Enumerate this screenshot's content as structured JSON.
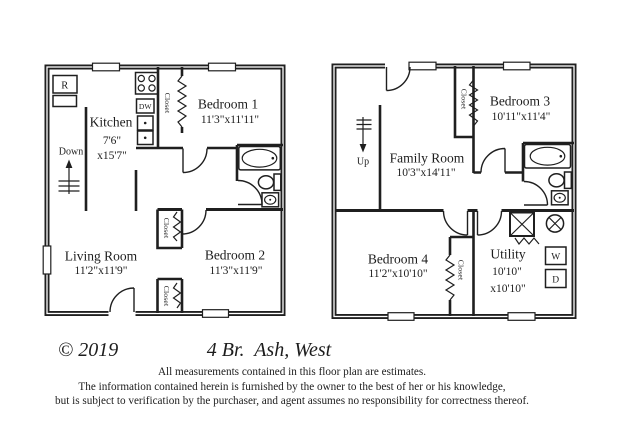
{
  "colors": {
    "ink": "#1f1f1f",
    "bg": "#ffffff"
  },
  "plans": {
    "first_floor": {
      "refrigerator": "R",
      "dishwasher": "DW",
      "down": "Down",
      "closet": "Closet",
      "kitchen_name": "Kitchen",
      "kitchen_dim1": "7'6\"",
      "kitchen_dim2": "x15'7\"",
      "bedroom1_name": "Bedroom 1",
      "bedroom1_dims": "11'3\"x11'11\"",
      "living_name": "Living Room",
      "living_dims": "11'2\"x11'9\"",
      "bedroom2_name": "Bedroom 2",
      "bedroom2_dims": "11'3\"x11'9\""
    },
    "second_floor": {
      "up": "Up",
      "closet": "Closet",
      "washer": "W",
      "dryer": "D",
      "family_name": "Family Room",
      "family_dims": "10'3\"x14'11\"",
      "bedroom3_name": "Bedroom 3",
      "bedroom3_dims": "10'11\"x11'4\"",
      "bedroom4_name": "Bedroom 4",
      "bedroom4_dims": "11'2\"x10'10\"",
      "utility_name": "Utility",
      "utility_dim1": "10'10\"",
      "utility_dim2": "x10'10\""
    }
  },
  "footer": {
    "copyright": "© 2019",
    "title": "4 Br.  Ash, West",
    "disclaimer1": "All measurements contained in this floor plan are estimates.",
    "disclaimer2": "The information contained herein is furnished by the owner to the best of her or his knowledge,",
    "disclaimer3": "but is subject to verification by the purchaser, and agent assumes no responsibility for correctness thereof."
  }
}
